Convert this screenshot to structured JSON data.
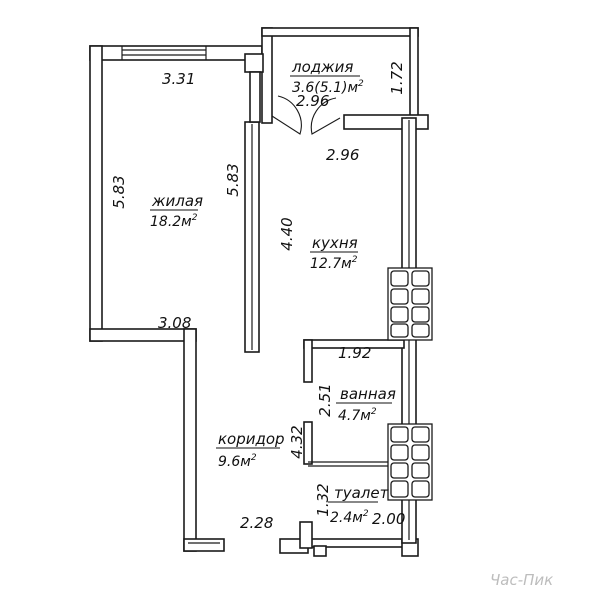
{
  "rooms": {
    "living": {
      "name": "жилая",
      "area": "18.2м",
      "sup": "2"
    },
    "loggia": {
      "name": "лоджия",
      "area": "3.6(5.1)м",
      "sup": "2"
    },
    "kitchen": {
      "name": "кухня",
      "area": "12.7м",
      "sup": "2"
    },
    "bathroom": {
      "name": "ванная",
      "area": "4.7м",
      "sup": "2"
    },
    "corridor": {
      "name": "коридор",
      "area": "9.6м",
      "sup": "2"
    },
    "toilet": {
      "name": "туалет",
      "area": "2.4м",
      "sup": "2"
    }
  },
  "dimensions": {
    "living_width_top": "3.31",
    "living_height_left": "5.83",
    "living_height_right": "5.83",
    "living_width_bottom": "3.08",
    "loggia_width": "2.96",
    "loggia_height": "1.72",
    "kitchen_width": "2.96",
    "kitchen_height": "4.40",
    "bathroom_width": "1.92",
    "bathroom_height": "2.51",
    "corridor_height": "4.32",
    "corridor_width_bottom": "2.28",
    "toilet_height": "1.32",
    "toilet_width": "2.00"
  },
  "watermark": "Час-Пик"
}
